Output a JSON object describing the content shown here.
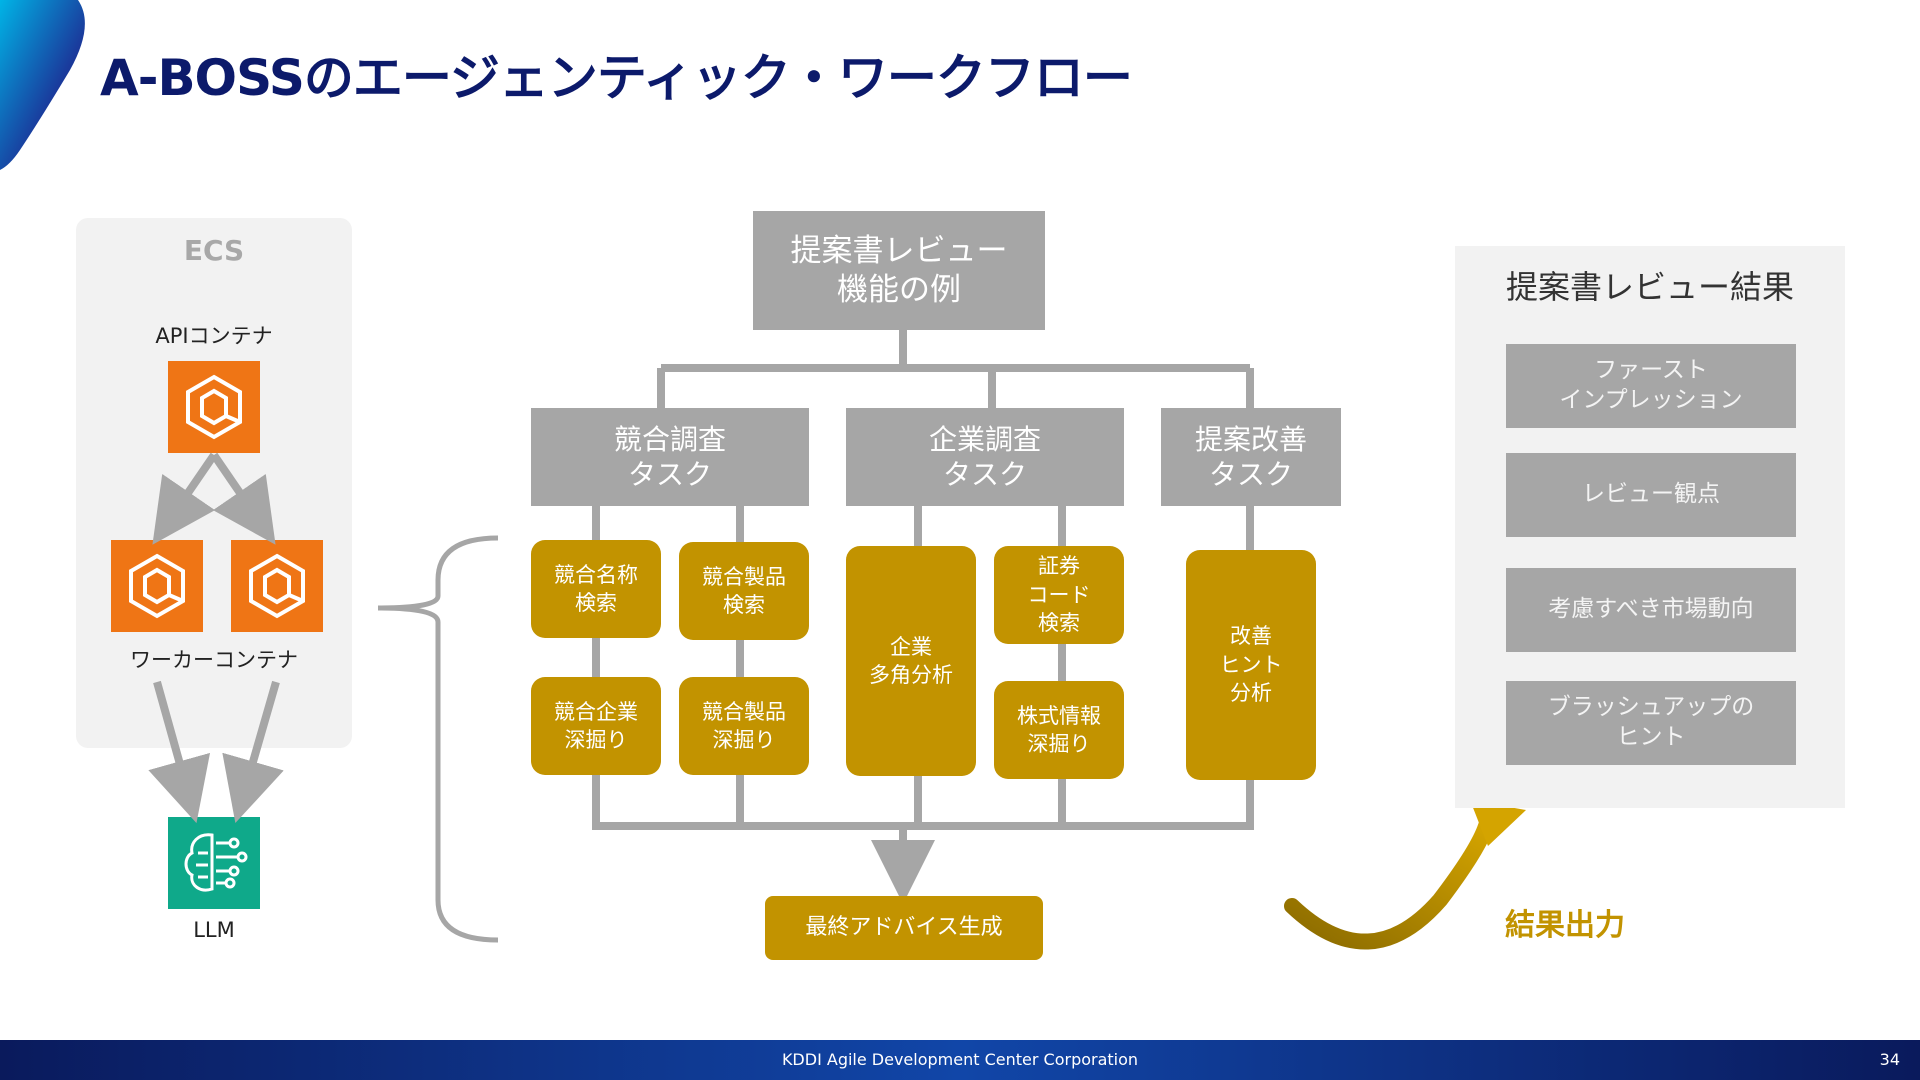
{
  "slide": {
    "title": "A-BOSSのエージェンティック・ワークフロー",
    "footer": "KDDI Agile Development Center Corporation",
    "page_number": "34"
  },
  "ecs": {
    "title": "ECS",
    "api_label": "APIコンテナ",
    "worker_label": "ワーカーコンテナ",
    "llm_label": "LLM"
  },
  "workflow": {
    "root": "提案書レビュー\n機能の例",
    "tasks": [
      {
        "label": "競合調査\nタスク"
      },
      {
        "label": "企業調査\nタスク"
      },
      {
        "label": "提案改善\nタスク"
      }
    ],
    "subtasks": [
      {
        "label": "競合名称\n検索"
      },
      {
        "label": "競合製品\n検索"
      },
      {
        "label": "競合企業\n深掘り"
      },
      {
        "label": "競合製品\n深掘り"
      },
      {
        "label": "企業\n多角分析"
      },
      {
        "label": "証券\nコード\n検索"
      },
      {
        "label": "株式情報\n深掘り"
      },
      {
        "label": "改善\nヒント\n分析"
      }
    ],
    "final": "最終アドバイス生成"
  },
  "results": {
    "title": "提案書レビュー結果",
    "items": [
      {
        "label": "ファースト\nインプレッション"
      },
      {
        "label": "レビュー観点"
      },
      {
        "label": "考慮すべき市場動向"
      },
      {
        "label": "ブラッシュアップの\nヒント"
      }
    ],
    "output_label": "結果出力"
  },
  "colors": {
    "title": "#0c1a6b",
    "gray_box": "#a6a6a6",
    "gold_box": "#c29300",
    "orange_icon": "#ef7515",
    "teal_icon": "#0fa98a",
    "panel": "#f2f2f2"
  },
  "icons": {
    "container": "ecs-container-icon",
    "llm": "llm-brain-icon"
  }
}
